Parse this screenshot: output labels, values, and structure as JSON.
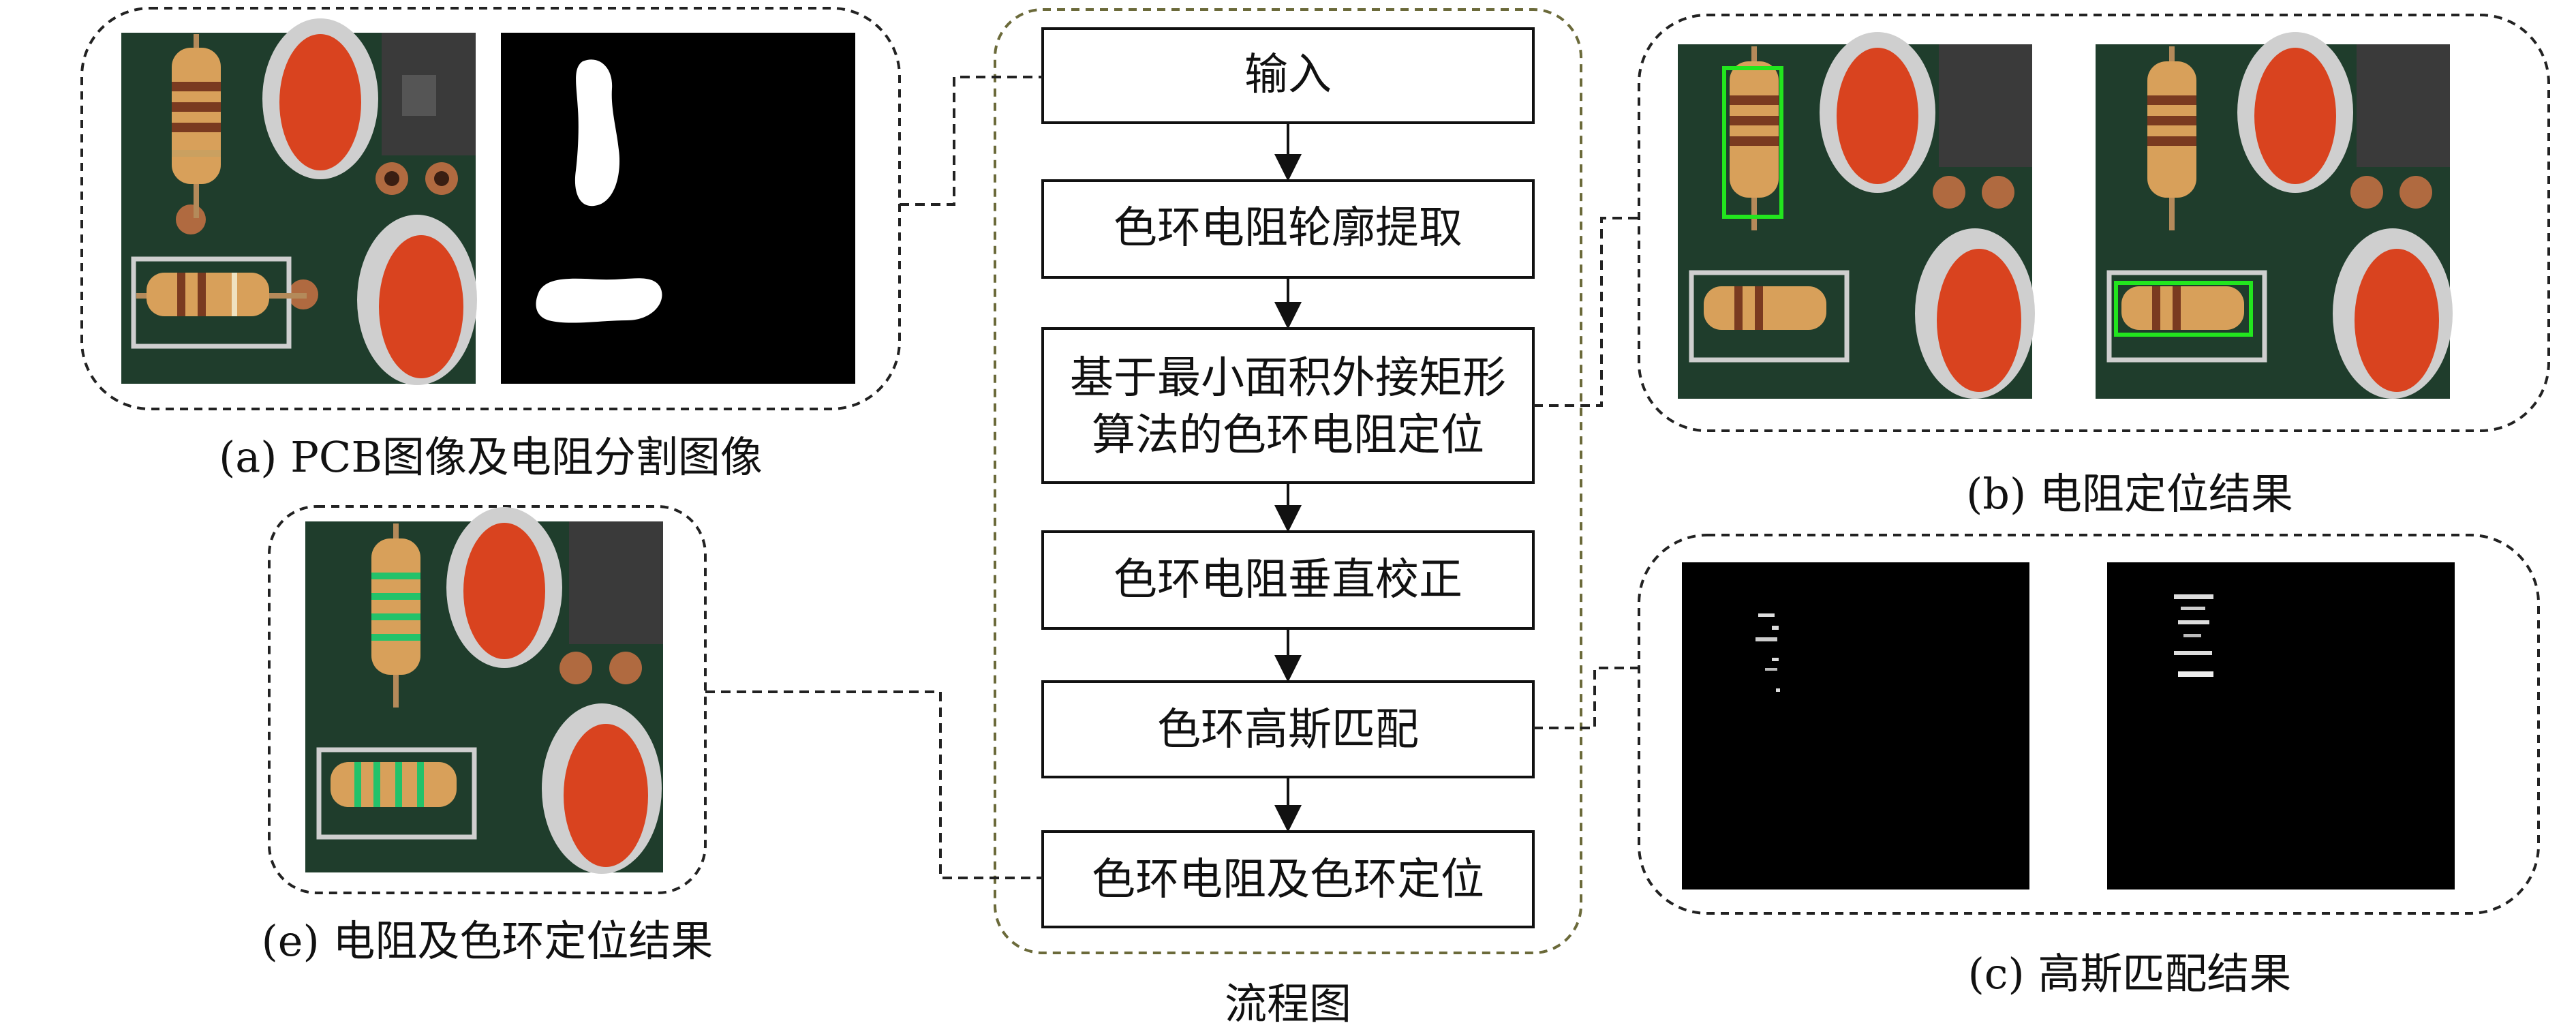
{
  "flow": {
    "title": "流程图",
    "steps": [
      {
        "lines": [
          "输入"
        ]
      },
      {
        "lines": [
          "色环电阻轮廓提取"
        ]
      },
      {
        "lines": [
          "基于最小面积外接矩形",
          "算法的色环电阻定位"
        ]
      },
      {
        "lines": [
          "色环电阻垂直校正"
        ]
      },
      {
        "lines": [
          "色环高斯匹配"
        ]
      },
      {
        "lines": [
          "色环电阻及色环定位"
        ]
      }
    ]
  },
  "panels": {
    "a": {
      "caption": "(a) PCB图像及电阻分割图像"
    },
    "b": {
      "caption": "(b) 电阻定位结果"
    },
    "c": {
      "caption": "(c) 高斯匹配结果"
    },
    "e": {
      "caption": "(e) 电阻及色环定位结果"
    }
  },
  "colors": {
    "pcb_green": "#1f3d2c",
    "capacitor_red": "#d9431f",
    "resistor_tan": "#d8a05a",
    "detection_box": "#22e61e",
    "frame_dash": "#222222",
    "flow_frame_dash": "#6b6a3a"
  }
}
